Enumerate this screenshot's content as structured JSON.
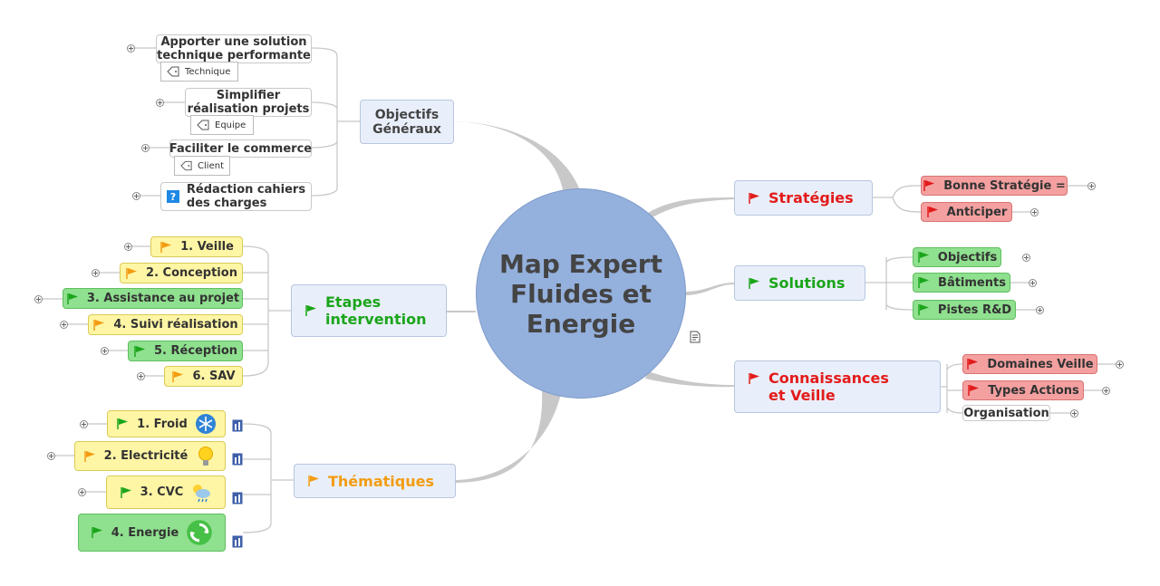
{
  "central": {
    "lines": [
      "Map Expert",
      "Fluides et",
      "Energie"
    ]
  },
  "objectifs": {
    "title": [
      "Objectifs",
      "Généraux"
    ],
    "items": [
      {
        "label": [
          "Apporter une solution",
          "technique performante"
        ],
        "tag": "Technique"
      },
      {
        "label": [
          "Simplifier",
          "réalisation projets"
        ],
        "tag": "Equipe"
      },
      {
        "label": [
          "Faciliter le commerce"
        ],
        "tag": "Client"
      },
      {
        "label": [
          "Rédaction cahiers",
          "des charges"
        ],
        "icon": "question-icon"
      }
    ]
  },
  "etapes": {
    "title": [
      "Etapes",
      "intervention"
    ],
    "items": [
      "1. Veille",
      "2. Conception",
      "3. Assistance au projet",
      "4. Suivi réalisation",
      "5. Réception",
      "6. SAV"
    ]
  },
  "thematiques": {
    "title": "Thématiques",
    "items": [
      {
        "label": "1. Froid",
        "icon": "snowflake-icon"
      },
      {
        "label": "2. Electricité",
        "icon": "lightbulb-icon"
      },
      {
        "label": "3. CVC",
        "icon": "weather-icon"
      },
      {
        "label": "4. Energie",
        "icon": "recycle-icon"
      }
    ]
  },
  "strategies": {
    "title": "Stratégies",
    "items": [
      "Bonne Stratégie =",
      "Anticiper"
    ]
  },
  "solutions": {
    "title": "Solutions",
    "items": [
      "Objectifs",
      "Bâtiments",
      "Pistes R&D"
    ]
  },
  "connaissances": {
    "title": [
      "Connaissances",
      "et Veille"
    ],
    "items": [
      "Domaines Veille",
      "Types Actions",
      "Organisation"
    ]
  },
  "colors": {
    "red": "#e31b1b",
    "green": "#1ba51b",
    "orange": "#f39c12",
    "blue": "#94b0dd"
  }
}
